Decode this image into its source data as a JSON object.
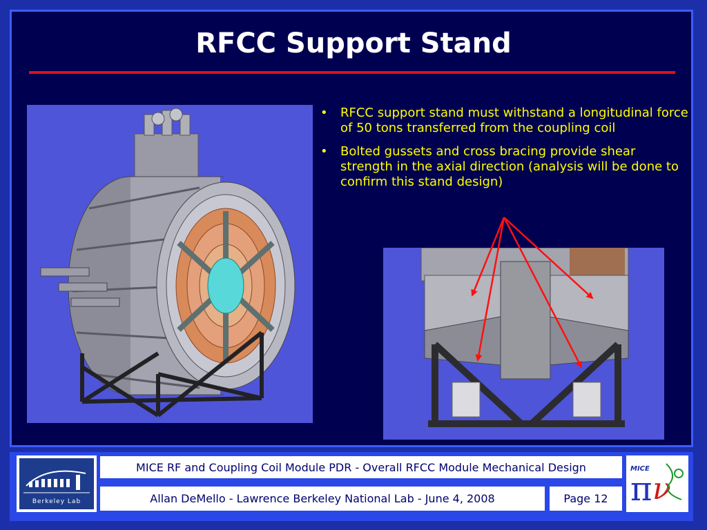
{
  "slide": {
    "title": "RFCC Support Stand",
    "bullets": [
      "RFCC support stand must withstand a longitudinal force of 50 tons transferred from the coupling coil",
      "Bolted gussets and cross bracing provide shear strength in the axial direction (analysis will be done to confirm this stand design)"
    ]
  },
  "footer": {
    "lab_logo_text": "Berkeley Lab",
    "module_title": "MICE RF and Coupling Coil Module PDR - Overall RFCC Module Mechanical Design",
    "author_line": "Allan DeMello -  Lawrence Berkeley National Lab  -  June 4, 2008",
    "page_label": "Page 12",
    "mice_logo_text": "MICE"
  },
  "colors": {
    "background": "#1c2fa8",
    "frame": "#000050",
    "title_text": "#ffffff",
    "bullet_text": "#ffff00",
    "title_rule": "#e0101a",
    "arrow": "#ff1010",
    "footer_text": "#000070"
  }
}
